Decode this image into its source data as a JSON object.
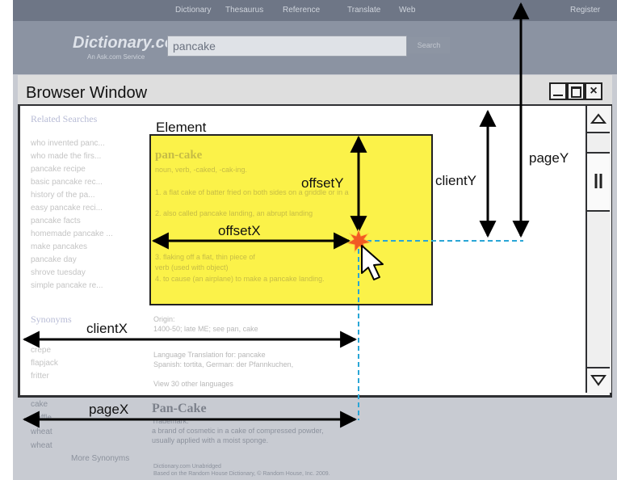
{
  "site": {
    "nav_tabs": [
      "Dictionary",
      "Thesaurus",
      "Reference",
      "Translate",
      "Web"
    ],
    "register": "Register",
    "logo": "Dictionary.com",
    "logo_sub": "An Ask.com Service",
    "search_value": "pancake",
    "search_button": "Search"
  },
  "window": {
    "title": "Browser Window"
  },
  "sidebar": {
    "related_title": "Related Searches",
    "related_items": [
      "who invented panc...",
      "who made the firs...",
      "pancake recipe",
      "basic pancake rec...",
      "history of the pa...",
      "easy pancake reci...",
      "pancake facts",
      "homemade pancake ...",
      "make pancakes",
      "pancake day",
      "shrove tuesday",
      "simple pancake re..."
    ],
    "synonyms_title": "Synonyms",
    "synonym_items": [
      "crepe",
      "flapjack",
      "fritter"
    ],
    "lower_items": [
      "cake",
      "waffle",
      "wheat"
    ],
    "more_synonyms": "More Synonyms"
  },
  "entry": {
    "headword": "pan-cake",
    "definition_lines": [
      "noun, verb, -caked, -cak-ing.",
      "1. a flat cake of batter fried on both sides on a griddle or in a",
      "2. also called pancake landing, an abrupt landing",
      "3. flaking off a flat, thin piece of",
      "verb (used with object)",
      "4. to cause (an airplane) to make a pancake landing."
    ],
    "origin_label": "Origin:",
    "origin_text": "1400-50; late ME; see pan, cake",
    "translation": "Language Translation for: pancake",
    "translation_lines": [
      "Spanish: tortita, German: der Pfannkuchen,",
      "View 30 other languages"
    ],
    "second_headword": "Pan-Cake",
    "second_lines": [
      "Trademark.",
      "a brand of cosmetic in a cake of compressed powder,",
      "usually applied with a moist sponge."
    ],
    "footer_lines": [
      "Dictionary.com Unabridged",
      "Based on the Random House Dictionary, © Random House, Inc. 2009."
    ]
  },
  "labels": {
    "element": "Element",
    "offsetY": "offsetY",
    "offsetX": "offsetX",
    "clientY": "clientY",
    "clientX": "clientX",
    "pageY": "pageY",
    "pageX": "pageX"
  },
  "colors": {
    "highlight": "#fbf249",
    "guide": "#2aa6d6",
    "cursor_burst": "#f15a24"
  }
}
